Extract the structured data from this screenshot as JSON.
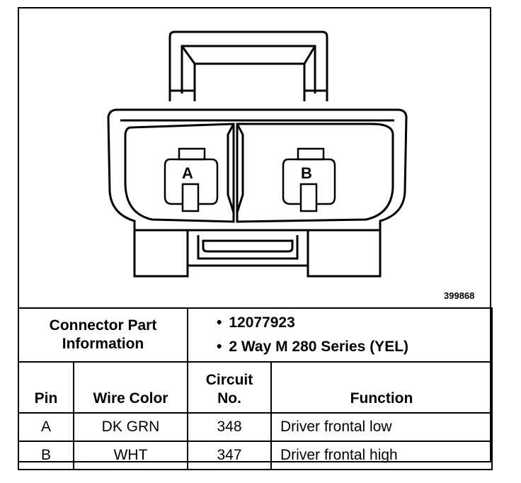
{
  "diagram": {
    "drawing_id": "399868",
    "pin_labels": [
      "A",
      "B"
    ]
  },
  "connector": {
    "part_label_line1": "Connector Part",
    "part_label_line2": "Information",
    "bullets": [
      "12077923",
      "2 Way M 280 Series (YEL)"
    ]
  },
  "table": {
    "headers": {
      "pin": "Pin",
      "wire_color": "Wire Color",
      "circuit_line1": "Circuit",
      "circuit_line2": "No.",
      "function": "Function"
    },
    "rows": [
      {
        "pin": "A",
        "wire_color": "DK GRN",
        "circuit": "348",
        "function": "Driver frontal low"
      },
      {
        "pin": "B",
        "wire_color": "WHT",
        "circuit": "347",
        "function": "Driver frontal high"
      }
    ]
  }
}
